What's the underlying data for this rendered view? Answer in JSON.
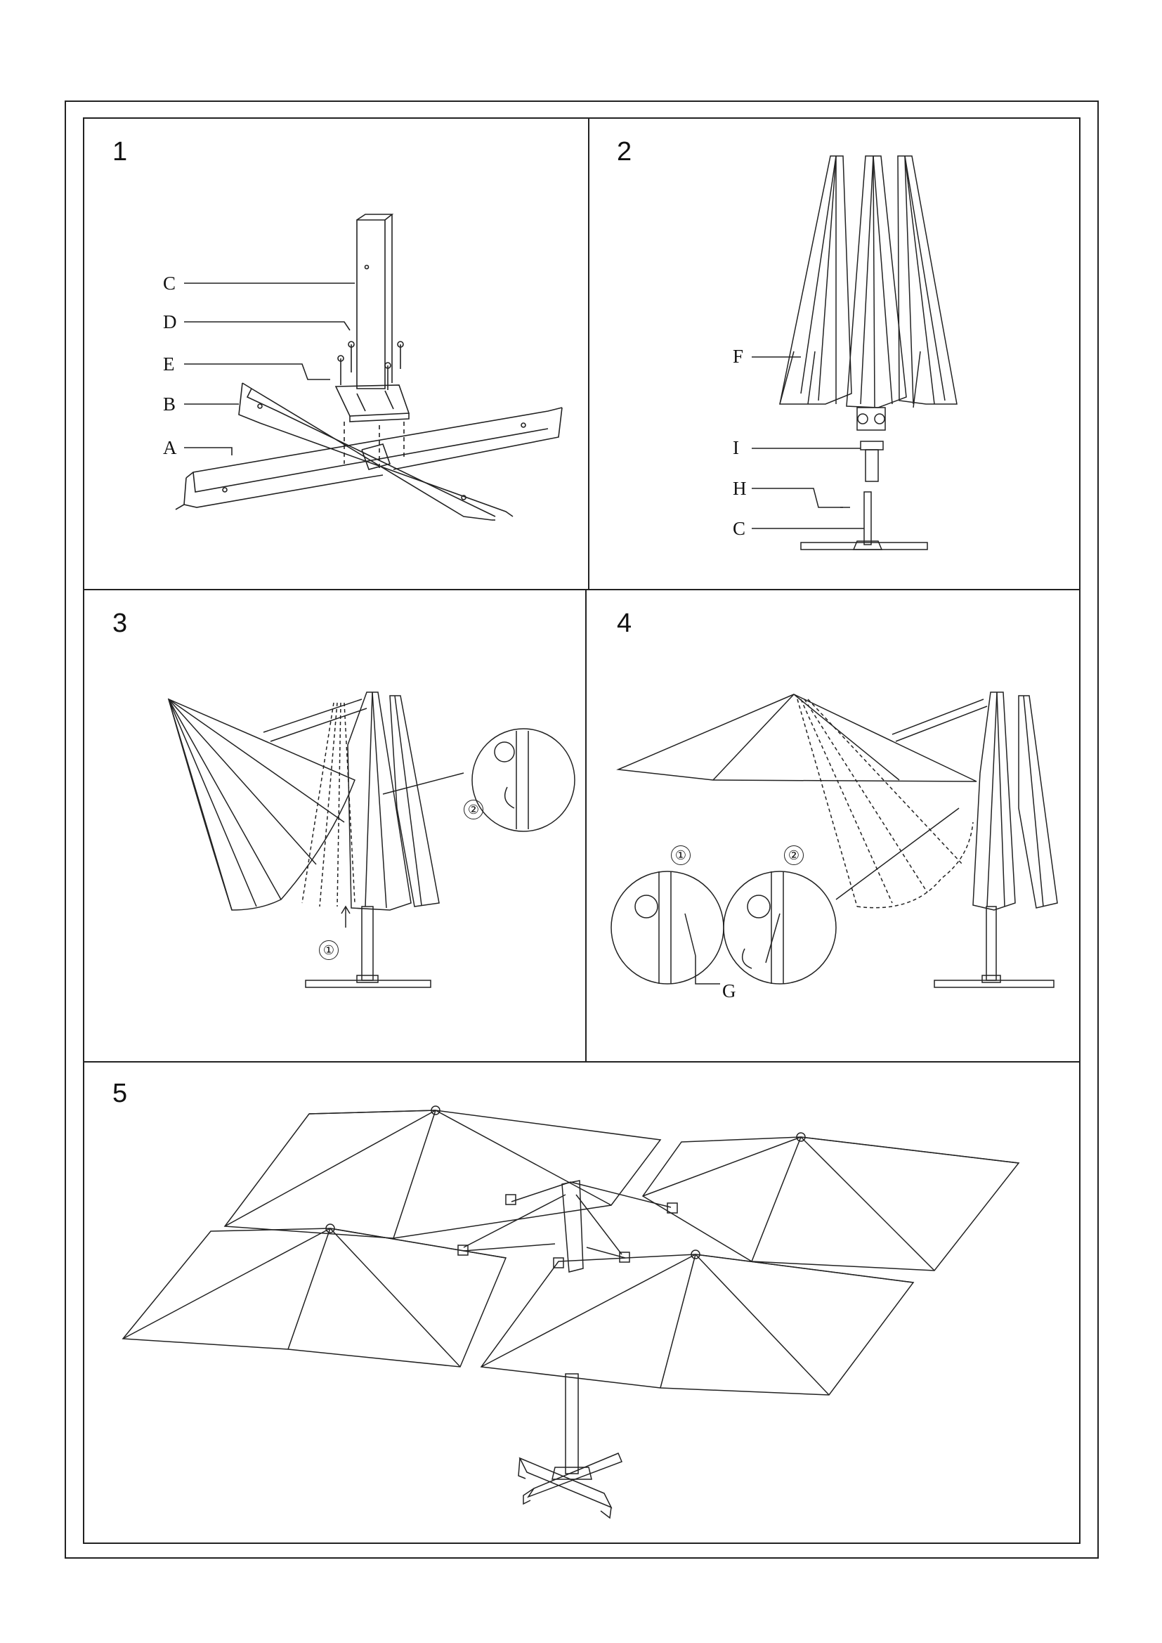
{
  "steps": [
    {
      "number": "1",
      "labels": [
        "C",
        "D",
        "E",
        "B",
        "A"
      ]
    },
    {
      "number": "2",
      "labels": [
        "F",
        "I",
        "H",
        "C"
      ]
    },
    {
      "number": "3",
      "markers": [
        "①",
        "②"
      ]
    },
    {
      "number": "4",
      "markers": [
        "①",
        "②"
      ],
      "labels": [
        "G"
      ]
    },
    {
      "number": "5"
    }
  ]
}
